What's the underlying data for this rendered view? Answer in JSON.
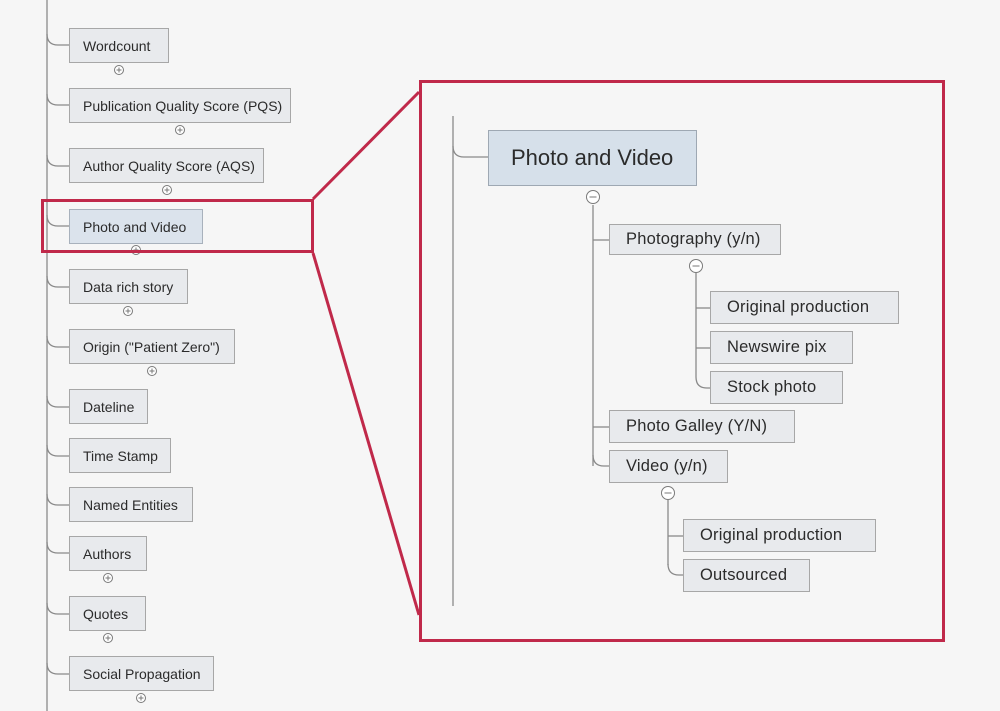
{
  "left_tree": {
    "items": [
      "Wordcount",
      "Publication Quality Score (PQS)",
      "Author Quality Score (AQS)",
      "Photo and Video",
      "Data rich story",
      "Origin (\"Patient Zero\")",
      "Dateline",
      "Time Stamp",
      "Named Entities",
      "Authors",
      "Quotes",
      "Social Propagation"
    ]
  },
  "zoom": {
    "root": "Photo and Video",
    "photography": "Photography (y/n)",
    "original_production_1": "Original production",
    "newswire": "Newswire pix",
    "stock": "Stock photo",
    "gallery": "Photo Galley (Y/N)",
    "video": "Video (y/n)",
    "original_production_2": "Original production",
    "outsourced": "Outsourced"
  },
  "colors": {
    "highlight_border": "#c0294a",
    "node_fill": "#e8eaed",
    "root_fill": "#d6e0ea",
    "line": "#8a8a8a"
  }
}
